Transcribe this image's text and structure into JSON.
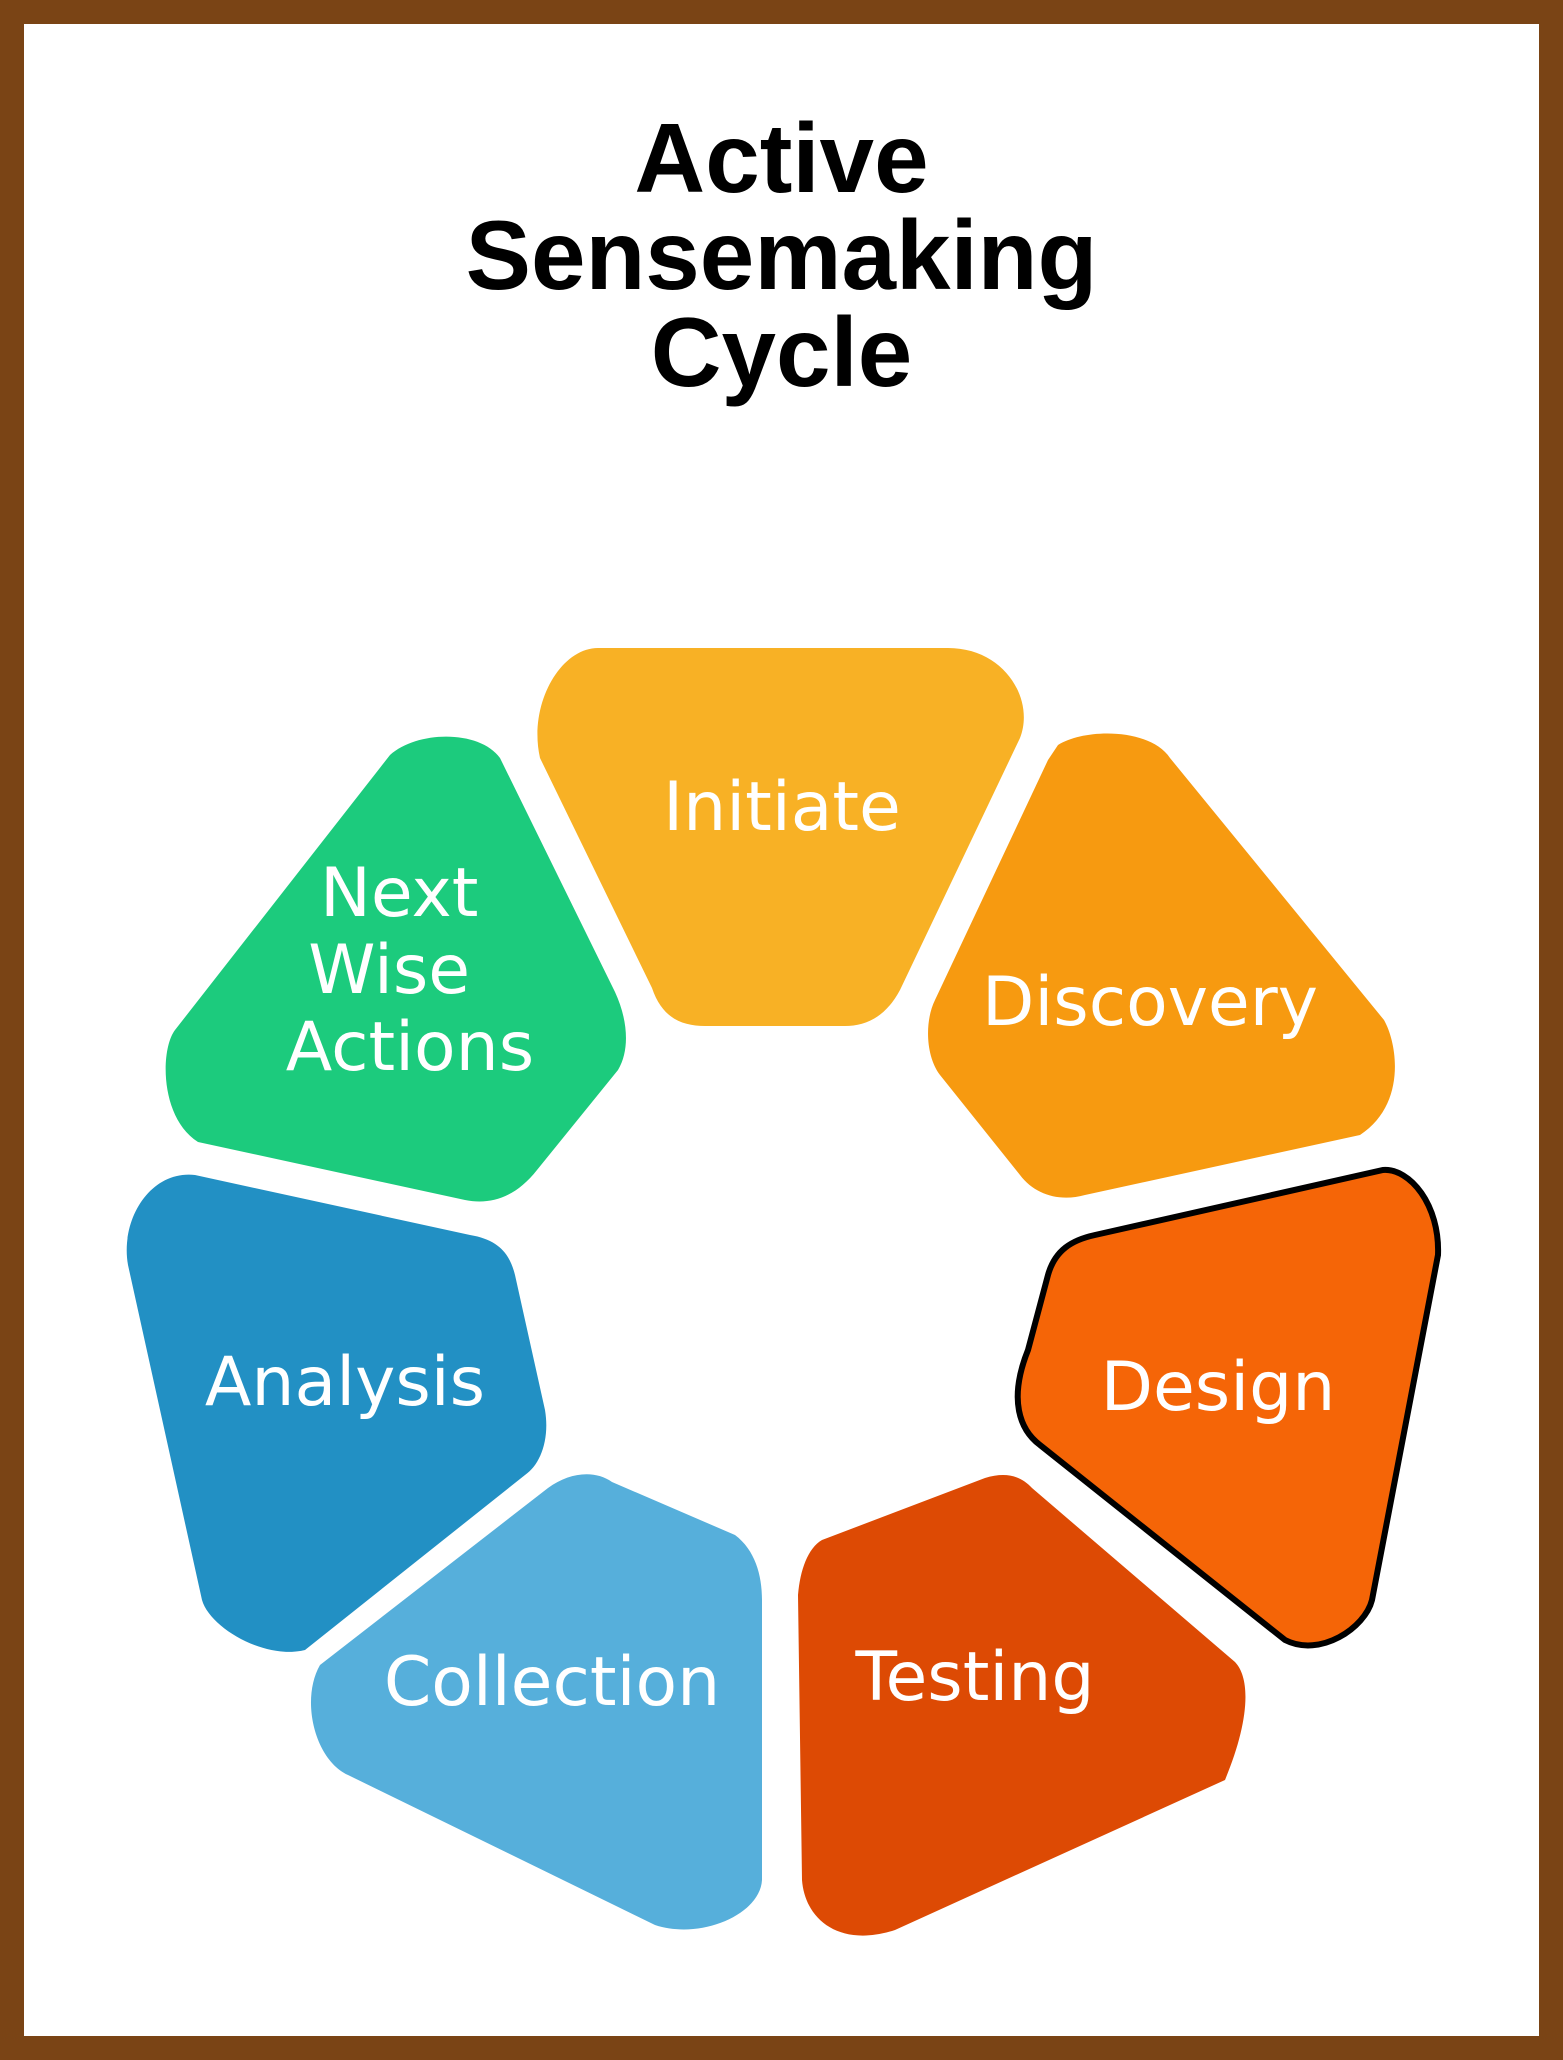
{
  "title": {
    "line1": "Active",
    "line2": "Sensemaking",
    "line3": "Cycle"
  },
  "colors": {
    "border": "#7a4415",
    "background": "#ffffff",
    "initiate": "#f8b125",
    "discovery": "#f79a10",
    "design": "#f56507",
    "testing": "#dd4a04",
    "collection": "#56afdb",
    "analysis": "#2290c4",
    "next_wise_actions": "#1ccb7d"
  },
  "segments": [
    {
      "id": "initiate",
      "lines": [
        "Initiate"
      ]
    },
    {
      "id": "discovery",
      "lines": [
        "Discovery"
      ]
    },
    {
      "id": "design",
      "lines": [
        "Design"
      ],
      "highlighted": true
    },
    {
      "id": "testing",
      "lines": [
        "Testing"
      ]
    },
    {
      "id": "collection",
      "lines": [
        "Collection"
      ]
    },
    {
      "id": "analysis",
      "lines": [
        "Analysis"
      ]
    },
    {
      "id": "next_wise_actions",
      "lines": [
        "Next",
        "Wise",
        "Actions"
      ]
    }
  ]
}
